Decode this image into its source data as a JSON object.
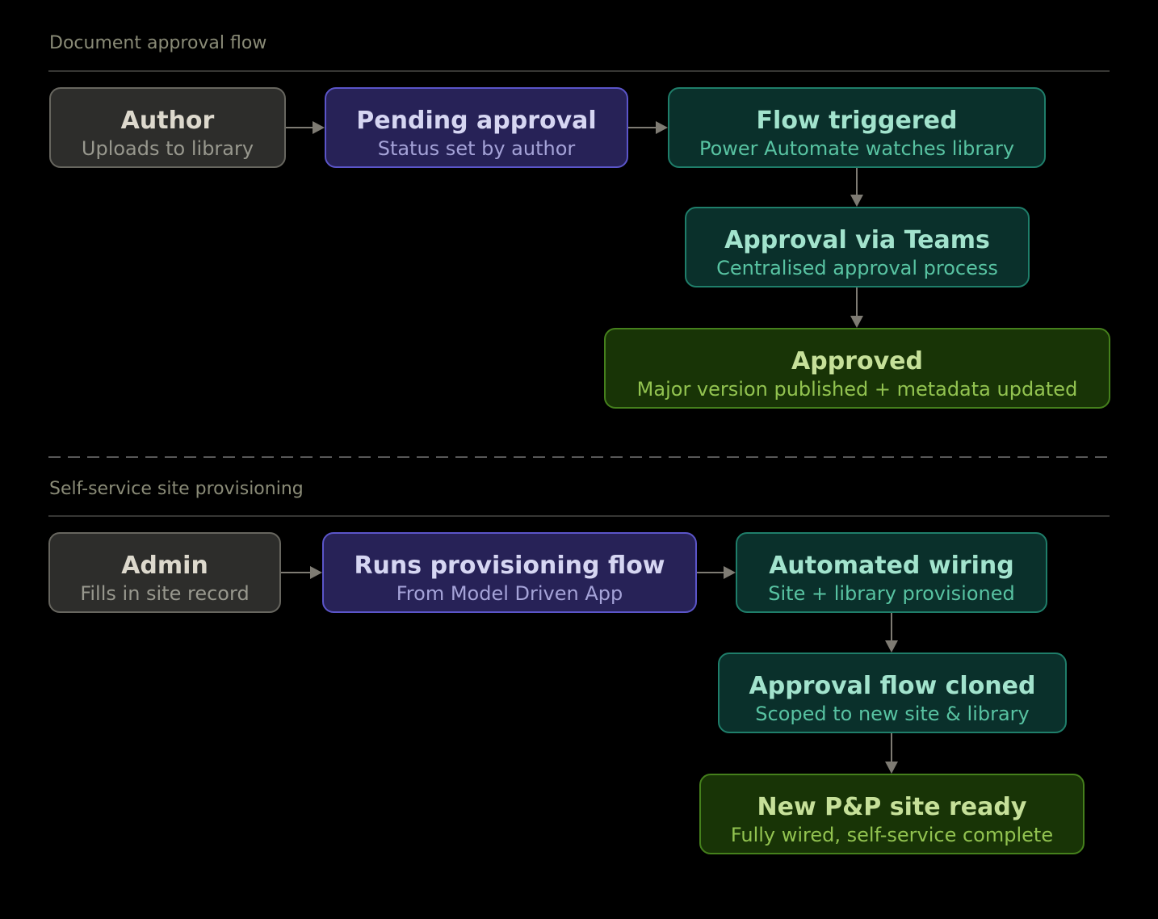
{
  "colors": {
    "background": "#000000",
    "heading": "#8a8b77",
    "rule": "#373734",
    "separator": "#585858",
    "arrow": "#7e7b73"
  },
  "variants": {
    "gray": {
      "fill": "#2d2d2b",
      "border": "#67665f",
      "title": "#ddd9cd",
      "subtitle": "#98988e"
    },
    "indigo": {
      "fill": "#272257",
      "border": "#5b55c9",
      "title": "#d6d6f2",
      "subtitle": "#a5a3d8"
    },
    "teal": {
      "fill": "#0a302b",
      "border": "#1f7e6a",
      "title": "#a2e3cd",
      "subtitle": "#58c3a2"
    },
    "olive": {
      "fill": "#183406",
      "border": "#45801c",
      "title": "#c6e099",
      "subtitle": "#92c350"
    }
  },
  "sections": [
    {
      "heading": "Document approval flow",
      "nodes": [
        {
          "id": "author",
          "title": "Author",
          "subtitle": "Uploads to library",
          "variant": "gray"
        },
        {
          "id": "pending-approval",
          "title": "Pending approval",
          "subtitle": "Status set by author",
          "variant": "indigo"
        },
        {
          "id": "flow-triggered",
          "title": "Flow triggered",
          "subtitle": "Power Automate watches library",
          "variant": "teal"
        },
        {
          "id": "approval-via-teams",
          "title": "Approval via Teams",
          "subtitle": "Centralised approval process",
          "variant": "teal"
        },
        {
          "id": "approved",
          "title": "Approved",
          "subtitle": "Major version published + metadata updated",
          "variant": "olive"
        }
      ]
    },
    {
      "heading": "Self-service site provisioning",
      "nodes": [
        {
          "id": "admin",
          "title": "Admin",
          "subtitle": "Fills in site record",
          "variant": "gray"
        },
        {
          "id": "runs-provisioning",
          "title": "Runs provisioning flow",
          "subtitle": "From Model Driven App",
          "variant": "indigo"
        },
        {
          "id": "automated-wiring",
          "title": "Automated wiring",
          "subtitle": "Site + library provisioned",
          "variant": "teal"
        },
        {
          "id": "approval-flow-cloned",
          "title": "Approval flow cloned",
          "subtitle": "Scoped to new site & library",
          "variant": "teal"
        },
        {
          "id": "new-pnp-site-ready",
          "title": "New P&P site ready",
          "subtitle": "Fully wired, self-service complete",
          "variant": "olive"
        }
      ]
    }
  ]
}
